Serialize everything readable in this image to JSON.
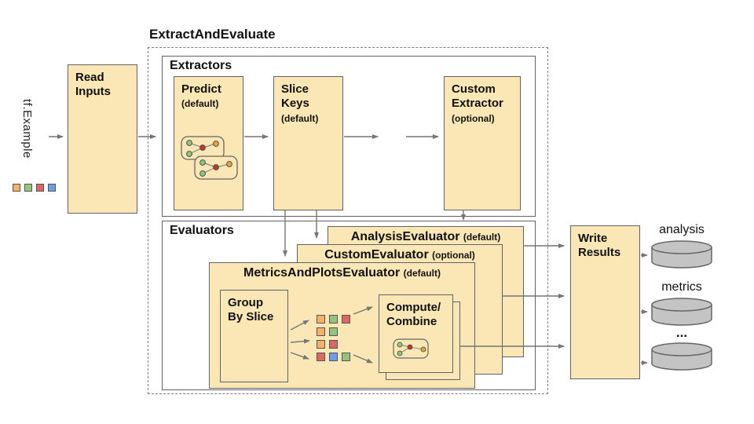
{
  "colors": {
    "box_fill": "#FBE7B6",
    "box_border": "#5F6368",
    "orange": "#F6B26B",
    "green": "#93C47D",
    "red": "#E06666",
    "blue": "#6D9EEB",
    "cylinder_fill": "#C4C4C4",
    "cylinder_stroke": "#666666",
    "arrow": "#757575"
  },
  "input": {
    "label": "tf.Example",
    "squares": [
      "orange",
      "green",
      "red",
      "blue"
    ]
  },
  "read_inputs": {
    "label": "Read\nInputs"
  },
  "pipeline_title": "ExtractAndEvaluate",
  "extractors": {
    "title": "Extractors",
    "predict": {
      "name": "Predict",
      "qualifier": "(default)"
    },
    "slice_keys": {
      "name": "Slice\nKeys",
      "qualifier": "(default)"
    },
    "custom": {
      "name": "Custom\nExtractor",
      "qualifier": "(optional)"
    },
    "ellipsis": "..."
  },
  "evaluators": {
    "title": "Evaluators",
    "analysis": {
      "name": "AnalysisEvaluator",
      "qualifier": "(default)"
    },
    "custom": {
      "name": "CustomEvaluator",
      "qualifier": "(optional)"
    },
    "metrics_and_plots": {
      "name": "MetricsAndPlotsEvaluator",
      "qualifier": "(default)"
    },
    "group_by_slice": {
      "label": "Group\nBy Slice"
    },
    "compute_combine": {
      "label": "Compute/\nCombine"
    },
    "slice_rows": [
      [
        "orange",
        "green",
        "red"
      ],
      [
        "orange",
        "green"
      ],
      [
        "orange",
        "red"
      ],
      [
        "red",
        "blue",
        "green"
      ]
    ]
  },
  "write_results": {
    "label": "Write\nResults"
  },
  "outputs": [
    {
      "label": "analysis"
    },
    {
      "label": "metrics"
    },
    {
      "label": "..."
    }
  ]
}
